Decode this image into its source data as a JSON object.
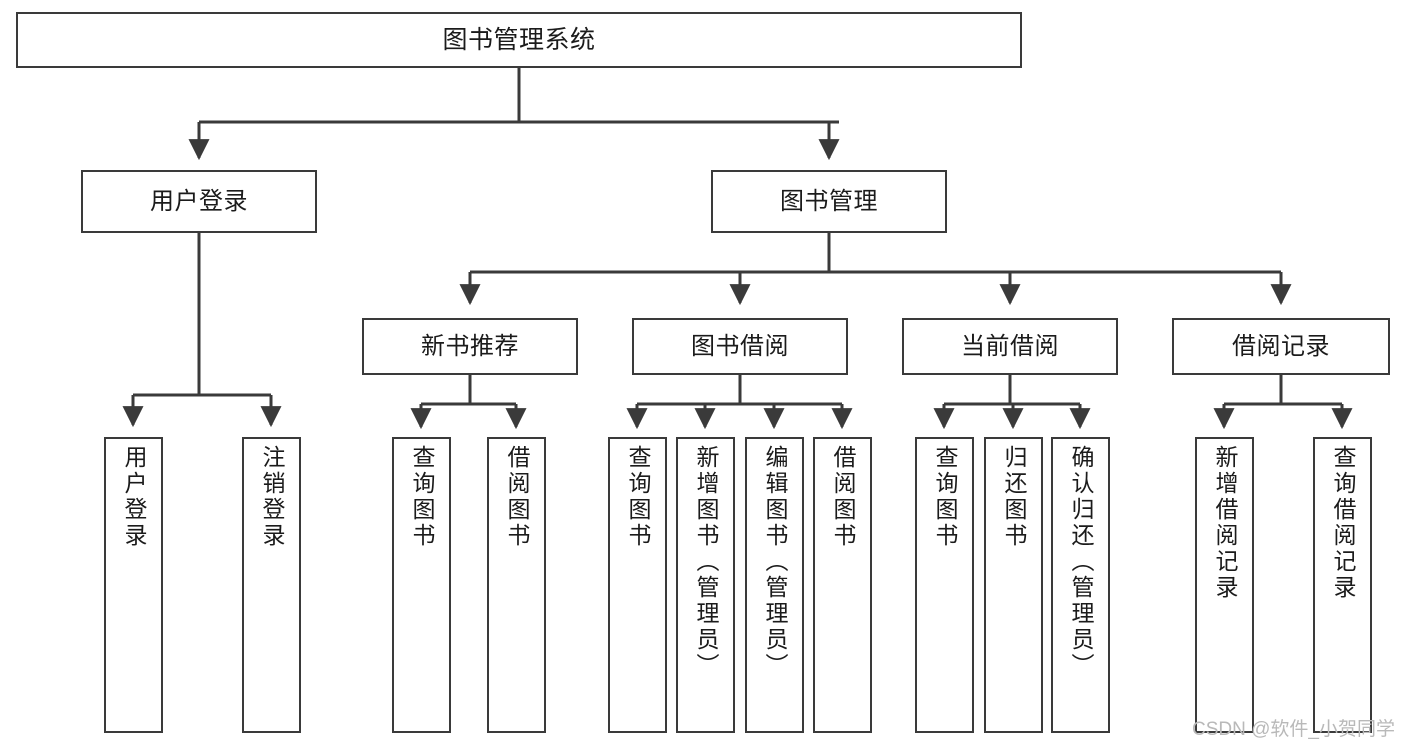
{
  "diagram": {
    "title": "图书管理系统",
    "type": "hierarchy-tree",
    "watermark": "CSDN @软件_小贺同学",
    "colors": {
      "background": "#ffffff",
      "border": "#3a3a3a",
      "text": "#1b1b1b",
      "connector": "#3a3a3a",
      "watermark": "#b9b9b9"
    },
    "levels": {
      "root": {
        "label": "图书管理系统"
      },
      "level2": [
        {
          "label": "用户登录"
        },
        {
          "label": "图书管理"
        }
      ],
      "level3": [
        {
          "label": "新书推荐"
        },
        {
          "label": "图书借阅"
        },
        {
          "label": "当前借阅"
        },
        {
          "label": "借阅记录"
        }
      ],
      "leaves": {
        "user_login": [
          {
            "label": "用户登录"
          },
          {
            "label": "注销登录"
          }
        ],
        "new_book_recommend": [
          {
            "label": "查询图书"
          },
          {
            "label": "借阅图书"
          }
        ],
        "book_borrow": [
          {
            "label": "查询图书"
          },
          {
            "label": "新增图书（管理员）"
          },
          {
            "label": "编辑图书（管理员）"
          },
          {
            "label": "借阅图书"
          }
        ],
        "current_borrow": [
          {
            "label": "查询图书"
          },
          {
            "label": "归还图书"
          },
          {
            "label": "确认归还（管理员）"
          }
        ],
        "borrow_record": [
          {
            "label": "新增借阅记录"
          },
          {
            "label": "查询借阅记录"
          }
        ]
      }
    }
  }
}
